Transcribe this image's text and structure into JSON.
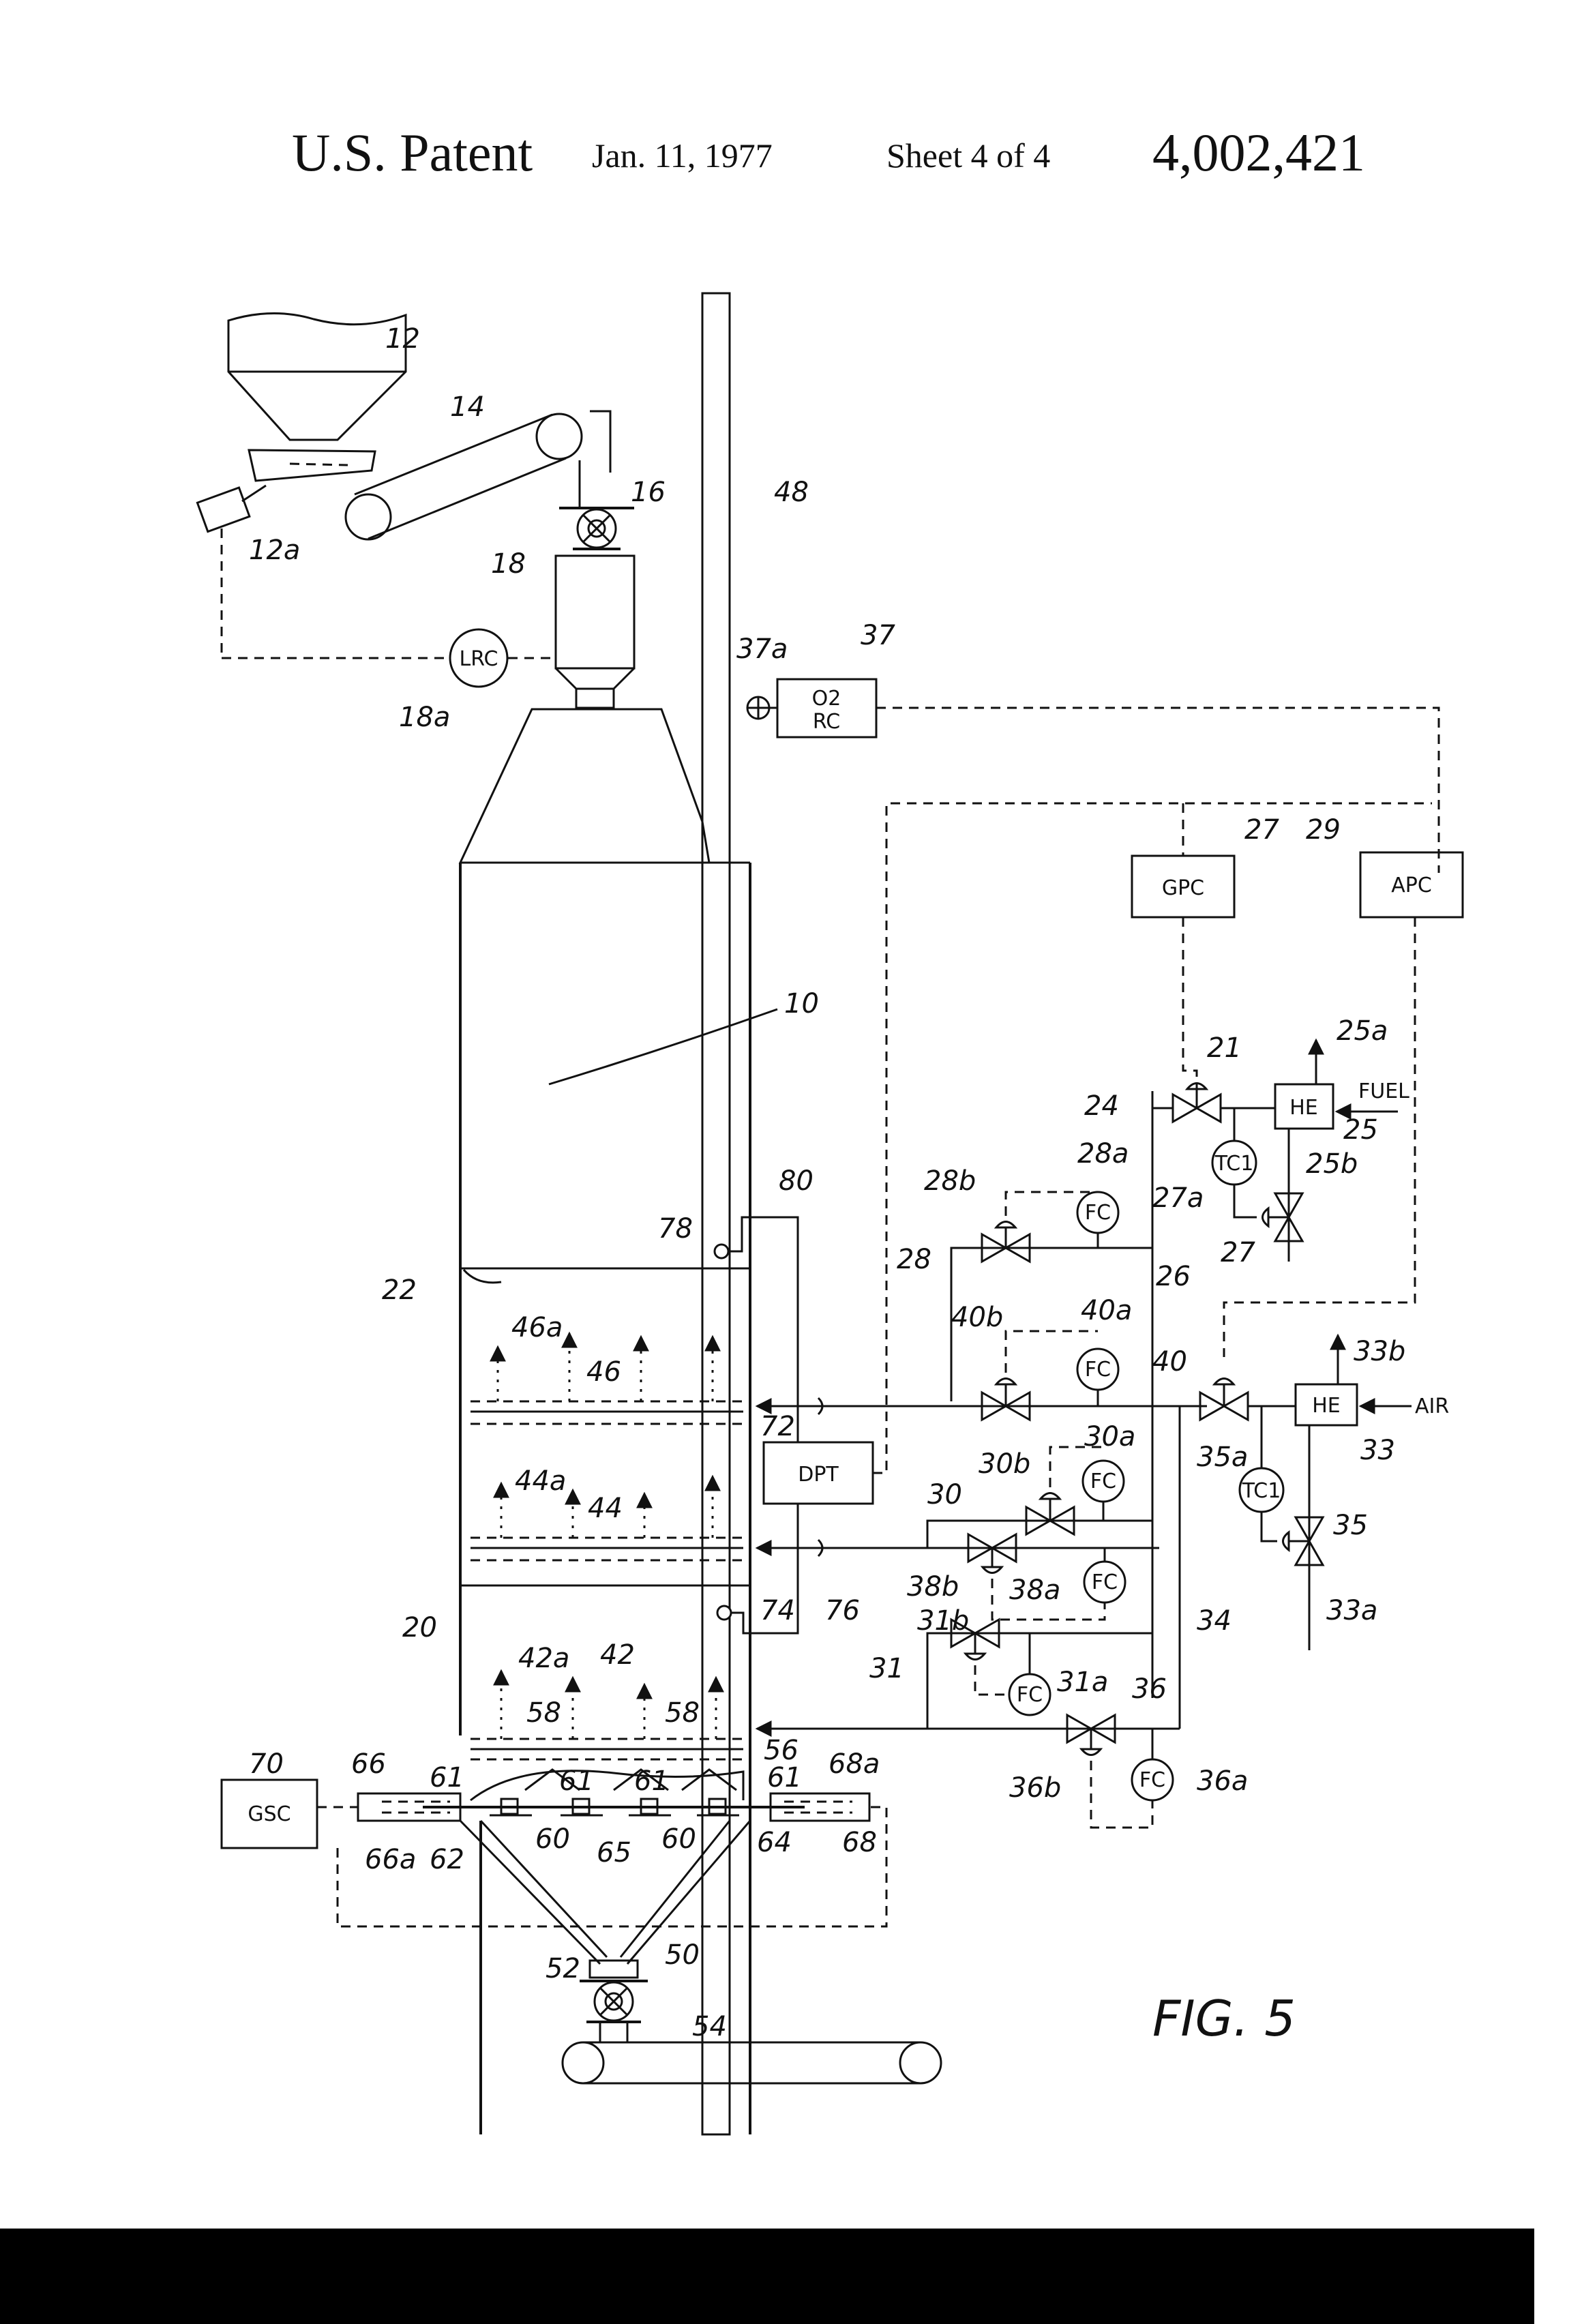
{
  "header": {
    "title": "U.S. Patent",
    "date": "Jan. 11, 1977",
    "sheet": "Sheet 4 of 4",
    "number": "4,002,421"
  },
  "figure": {
    "label": "FIG. 5"
  },
  "boxes": {
    "lrc": "LRC",
    "o2": "O2",
    "rc": "RC",
    "gpc": "GPC",
    "apc": "APC",
    "he": "HE",
    "tc": "TC1",
    "fc": "FC",
    "dpt": "DPT",
    "gsc": "GSC"
  },
  "streams": {
    "fuel": "FUEL",
    "air": "AIR"
  },
  "refs": {
    "r12": "12",
    "r12a": "12a",
    "r14": "14",
    "r16": "16",
    "r18": "18",
    "r18a": "18a",
    "r48": "48",
    "r37": "37",
    "r37a": "37a",
    "r10": "10",
    "r27": "27",
    "r29": "29",
    "r21": "21",
    "r25a": "25a",
    "r24": "24",
    "r25": "25",
    "r25b": "25b",
    "r28a": "28a",
    "r28b": "28b",
    "r27a": "27a",
    "r27b": "27",
    "r28": "28",
    "r26": "26",
    "r80": "80",
    "r78": "78",
    "r22": "22",
    "r46a": "46a",
    "r46": "46",
    "r40b": "40b",
    "r40a": "40a",
    "r40": "40",
    "r33b": "33b",
    "r33": "33",
    "r72": "72",
    "r30a": "30a",
    "r30b": "30b",
    "r30": "30",
    "r35a": "35a",
    "r35": "35",
    "r44a": "44a",
    "r44": "44",
    "r38b": "38b",
    "r38a": "38a",
    "r74": "74",
    "r76": "76",
    "r20": "20",
    "r31b": "31b",
    "r34": "34",
    "r33a": "33a",
    "r42a": "42a",
    "r42": "42",
    "r31": "31",
    "r31a": "31a",
    "r36": "36",
    "r58a": "58",
    "r58b": "58",
    "r56": "56",
    "r68a": "68a",
    "r36b": "36b",
    "r36a": "36a",
    "r70": "70",
    "r66": "66",
    "r61a": "61",
    "r61b": "61",
    "r61c": "61",
    "r61d": "61",
    "r60a": "60",
    "r60b": "60",
    "r66a": "66a",
    "r62": "62",
    "r65": "65",
    "r64": "64",
    "r68": "68",
    "r50": "50",
    "r52": "52",
    "r54": "54"
  }
}
